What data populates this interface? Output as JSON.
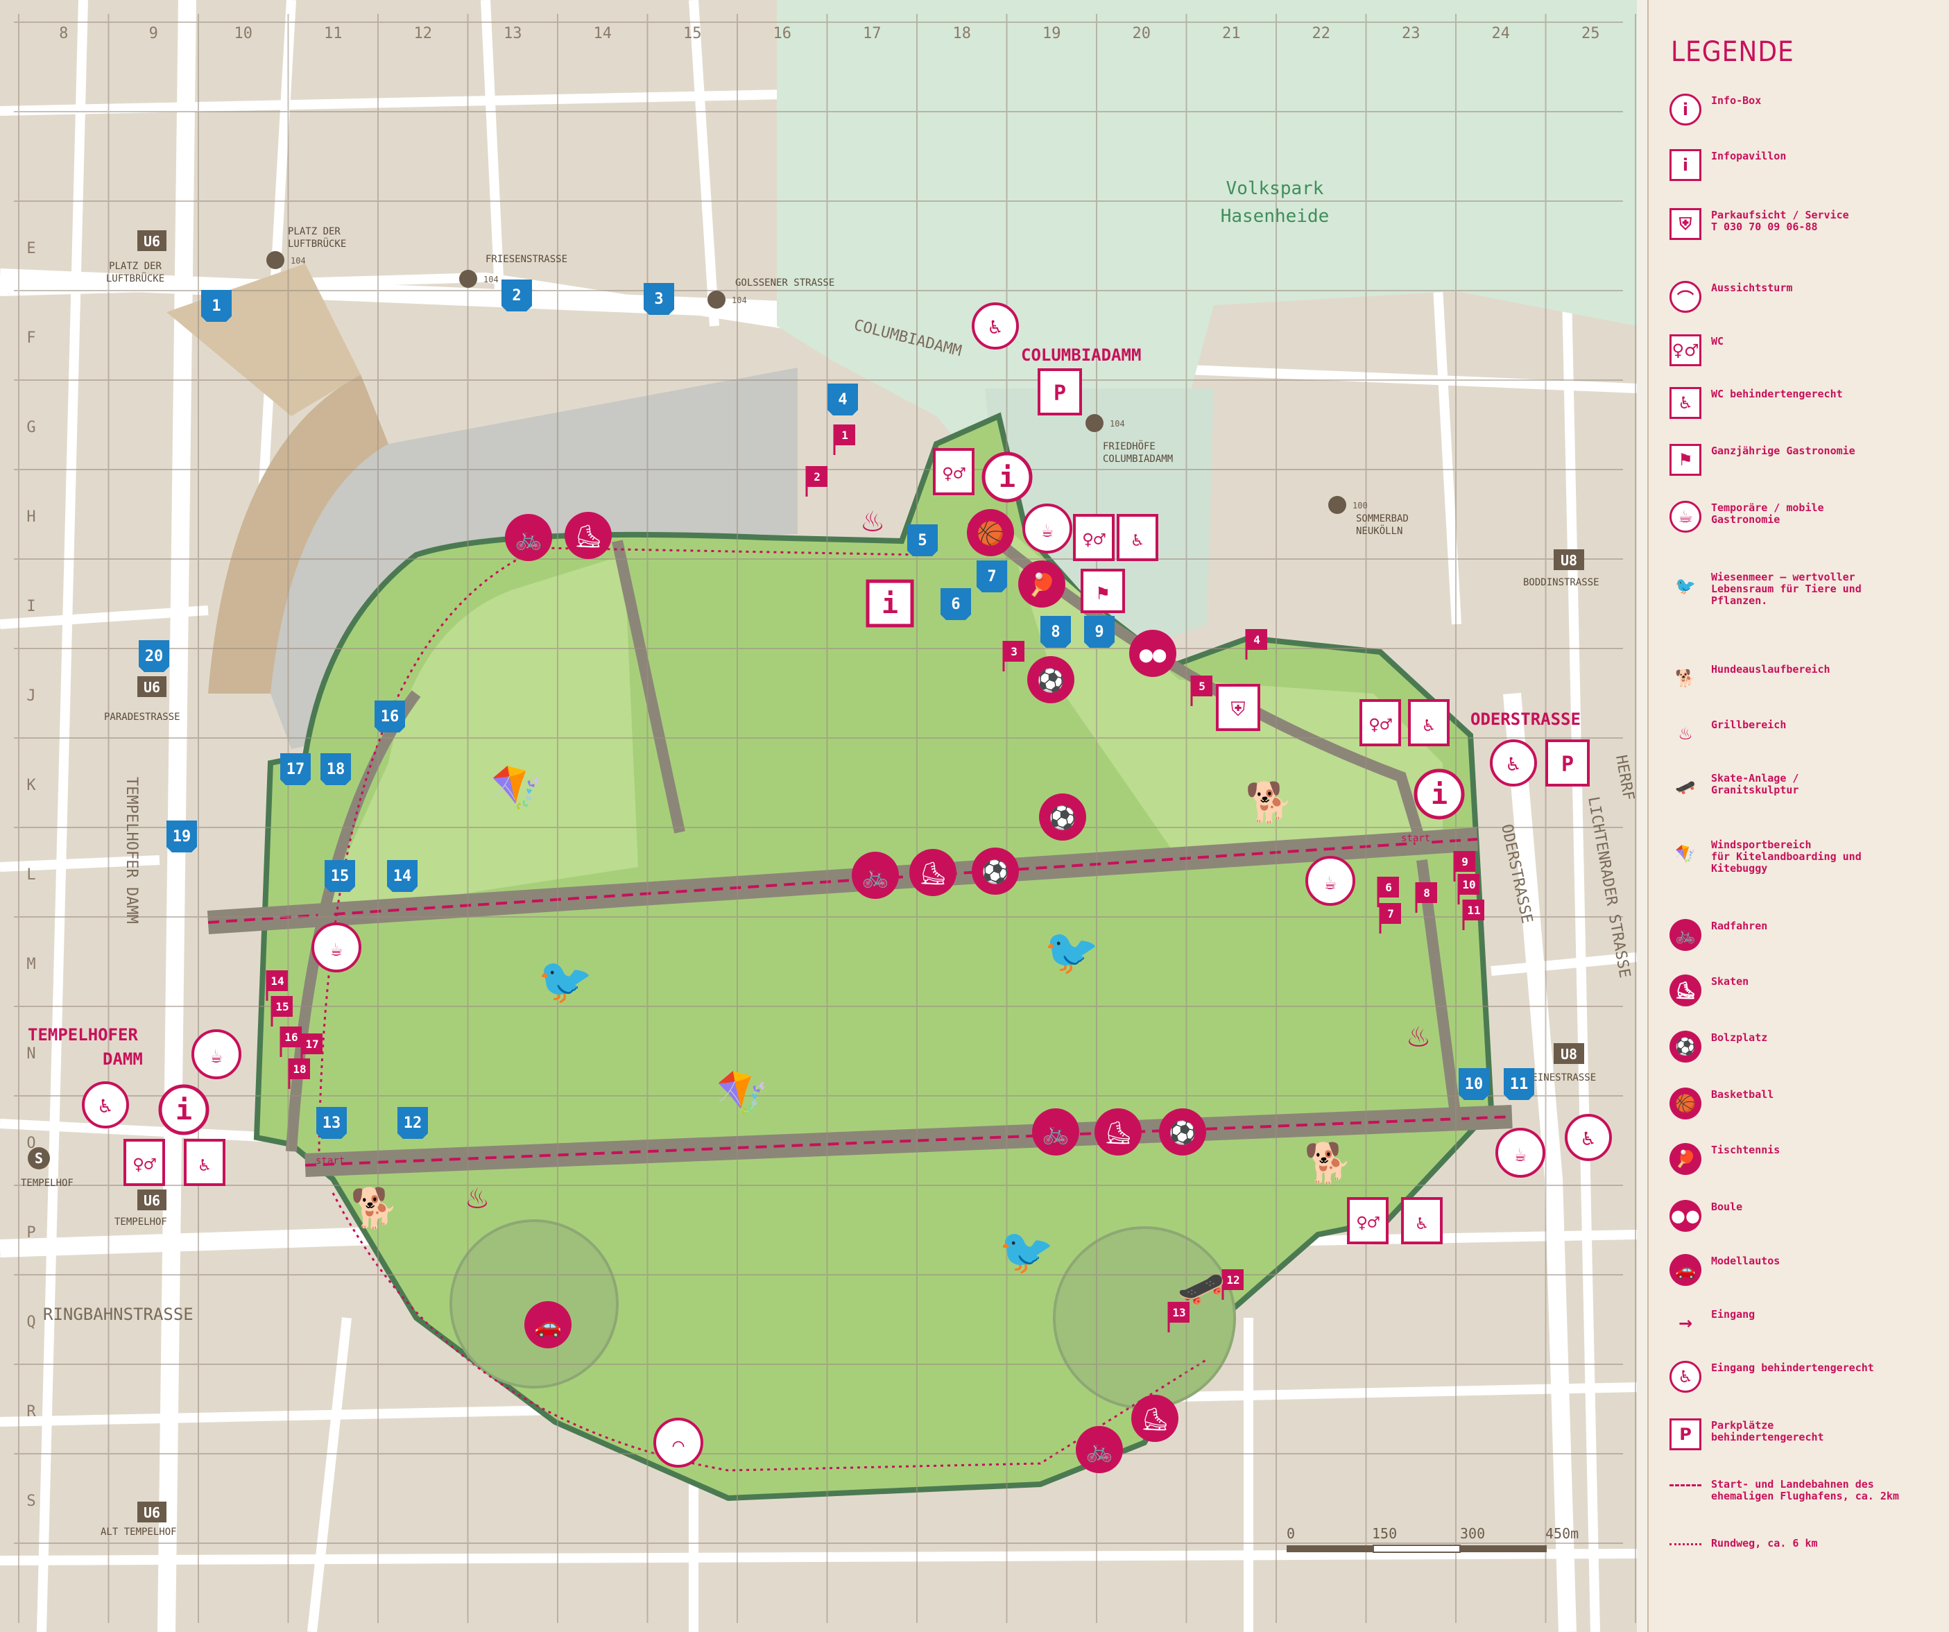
{
  "grid": {
    "columns": [
      "8",
      "9",
      "10",
      "11",
      "12",
      "13",
      "14",
      "15",
      "16",
      "17",
      "18",
      "19",
      "20",
      "21",
      "22",
      "23",
      "24",
      "25"
    ],
    "rows": [
      "E",
      "F",
      "G",
      "H",
      "I",
      "J",
      "K",
      "L",
      "M",
      "N",
      "O",
      "P",
      "Q",
      "R",
      "S"
    ]
  },
  "places": {
    "volkspark_1": "Volkspark",
    "volkspark_2": "Hasenheide",
    "columbiadamm": "COLUMBIADAMM",
    "columbiadamm_street": "COLUMBIADAMM",
    "oderstrasse": "ODERSTRASSE",
    "oderstrasse_street": "ODERSTRASSE",
    "tempelhofer_damm_1": "TEMPELHOFER",
    "tempelhofer_damm_2": "DAMM",
    "tempelhofer_damm_street": "TEMPELHOFER DAMM",
    "lichtenrader": "LICHTENRADER STRASSE",
    "ringbahn": "RINGBAHNSTRASSE",
    "herrfurth": "HERRF",
    "platz_der_luftbruecke_1": "PLATZ DER",
    "platz_der_luftbruecke_2": "LUFTBRÜCKE",
    "platz_stop_1": "PLATZ DER",
    "platz_stop_2": "LUFTBRÜCKE",
    "friesenstrasse": "FRIESENSTRASSE",
    "golssener": "GOLSSENER STRASSE",
    "friedhoefe_1": "FRIEDHÖFE",
    "friedhoefe_2": "COLUMBIADAMM",
    "sommerbad_1": "SOMMERBAD",
    "sommerbad_2": "NEUKÖLLN",
    "boddinstrasse": "BODDINSTRASSE",
    "leinestrasse": "LEINESTRASSE",
    "paradestrasse": "PARADESTRASSE",
    "tempelhof_s": "TEMPELHOF",
    "tempelhof_u": "TEMPELHOF",
    "alt_tempelhof": "ALT TEMPELHOF",
    "start_1": "start",
    "start_2": "start"
  },
  "transit": {
    "u6": "U6",
    "u8": "U8",
    "s": "S",
    "bus104": "104",
    "bus100": "100"
  },
  "scale": {
    "labels": [
      "0",
      "150",
      "300",
      "450m"
    ]
  },
  "entrances_blue": [
    "1",
    "2",
    "3",
    "4",
    "5",
    "6",
    "7",
    "8",
    "9",
    "10",
    "11",
    "12",
    "13",
    "14",
    "15",
    "16",
    "17",
    "18",
    "19",
    "20"
  ],
  "flags_red": [
    "1",
    "2",
    "3",
    "4",
    "5",
    "6",
    "7",
    "8",
    "9",
    "10",
    "11",
    "12",
    "13",
    "14",
    "15",
    "16",
    "17",
    "18"
  ],
  "legend": {
    "title": "LEGENDE",
    "items": [
      {
        "icon": "info-box-icon",
        "text": "Info-Box"
      },
      {
        "icon": "infopavillon-icon",
        "text": "Infopavillon"
      },
      {
        "icon": "park-service-icon",
        "text": "Parkaufsicht / Service\nT 030 70 09 06-88"
      },
      {
        "icon": "tower-icon",
        "text": "Aussichtsturm"
      },
      {
        "icon": "wc-icon",
        "text": "WC"
      },
      {
        "icon": "wc-accessible-icon",
        "text": "WC behindertengerecht"
      },
      {
        "icon": "gastronomy-icon",
        "text": "Ganzjährige Gastronomie"
      },
      {
        "icon": "mobile-gastronomy-icon",
        "text": "Temporäre / mobile\nGastronomie"
      },
      {
        "icon": "bird-icon",
        "text": "Wiesenmeer – wertvoller\nLebensraum für Tiere und\nPflanzen."
      },
      {
        "icon": "dog-icon",
        "text": "Hundeauslaufbereich"
      },
      {
        "icon": "grill-icon",
        "text": "Grillbereich"
      },
      {
        "icon": "skate-icon",
        "text": "Skate-Anlage /\nGranitskulptur"
      },
      {
        "icon": "kite-icon",
        "text": "Windsportbereich\nfür Kitelandboarding und\nKitebuggy"
      },
      {
        "icon": "bicycle-icon",
        "text": "Radfahren"
      },
      {
        "icon": "skater-icon",
        "text": "Skaten"
      },
      {
        "icon": "football-icon",
        "text": "Bolzplatz"
      },
      {
        "icon": "basketball-icon",
        "text": "Basketball"
      },
      {
        "icon": "tabletennis-icon",
        "text": "Tischtennis"
      },
      {
        "icon": "boule-icon",
        "text": "Boule"
      },
      {
        "icon": "modelcar-icon",
        "text": "Modellautos"
      },
      {
        "icon": "entrance-arrow-icon",
        "text": "Eingang"
      },
      {
        "icon": "accessible-entrance-icon",
        "text": "Eingang behindertengerecht"
      },
      {
        "icon": "parking-accessible-icon",
        "text": "Parkplätze\nbehindertengerecht"
      },
      {
        "icon": "runway-line-icon",
        "text": "Start- und Landebahnen des\nehemaligen Flughafens, ca. 2km"
      },
      {
        "icon": "loop-line-icon",
        "text": "Rundweg, ca. 6 km"
      }
    ]
  }
}
